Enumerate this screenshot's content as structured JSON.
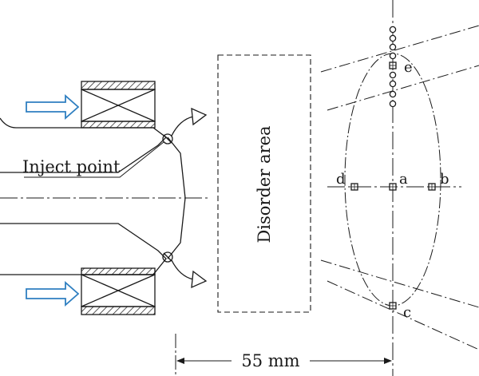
{
  "labels": {
    "inject_point": "Inject point",
    "disorder_area": "Disorder area",
    "dimension": "55 mm",
    "point_a": "a",
    "point_b": "b",
    "point_c": "c",
    "point_d": "d",
    "point_e": "e"
  },
  "colors": {
    "line": "#1a1a1a",
    "flow_arrow": "#2f7fc1"
  }
}
